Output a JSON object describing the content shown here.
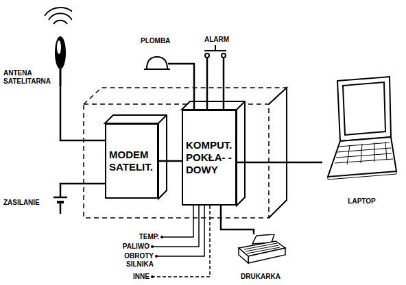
{
  "diagram": {
    "nodes": [
      {
        "text": [
          "ANTENA SATELITARNA"
        ]
      },
      {
        "text": [
          "MODEM SATELIT."
        ]
      },
      {
        "text": [
          "KOMPUT. POKŁA- -DOWY"
        ]
      },
      {
        "text": [
          "LAPTOP"
        ]
      },
      {
        "text": [
          "DRUKARKA"
        ]
      }
    ],
    "edges": [
      {
        "from": 0,
        "to": 1,
        "arrow": "none"
      },
      {
        "from": 1,
        "to": 2,
        "arrow": "none"
      },
      {
        "from": 2,
        "to": 3,
        "arrow": "none"
      },
      {
        "from": 2,
        "to": 4,
        "arrow": "none"
      }
    ],
    "labels": [
      "PLOMBA",
      "ALARM",
      "ZASILANIE",
      "TEMP.",
      "PALIWO",
      "OBROTY SILNIKA",
      "INNE"
    ]
  }
}
